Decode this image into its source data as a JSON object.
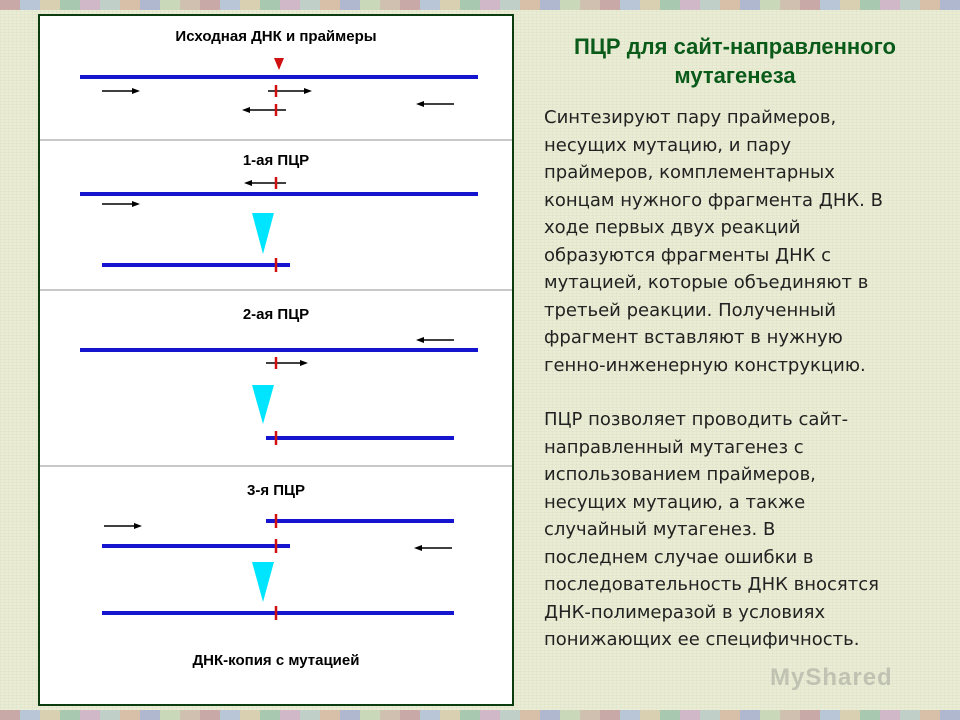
{
  "diagram": {
    "label_initial": "Исходная ДНК и праймеры",
    "label_pcr1": "1-ая ПЦР",
    "label_pcr2": "2-ая ПЦР",
    "label_pcr3": "3-я ПЦР",
    "label_result": "ДНК-копия с мутацией",
    "colors": {
      "dna_strand": "#1515d0",
      "mutation_mark": "#d01010",
      "primer_arrow": "#000000",
      "step_arrow": "#00e5ff",
      "border": "#0c3d10"
    }
  },
  "title": {
    "line1": "ПЦР для сайт-направленного",
    "line2": "мутагенеза"
  },
  "paragraph1": [
    "Синтезируют пару праймеров,",
    "несущих мутацию, и пару",
    "праймеров, комплементарных",
    "концам нужного фрагмента ДНК. В",
    "ходе первых двух реакций",
    "образуются фрагменты ДНК с",
    "мутацией, которые объединяют в",
    "третьей реакции. Полученный",
    "фрагмент вставляют в нужную",
    "генно-инженерную конструкцию."
  ],
  "paragraph2": [
    "ПЦР позволяет проводить сайт-",
    "направленный мутагенез с",
    "использованием праймеров,",
    "несущих мутацию, а также",
    "случайный мутагенез. В",
    "последнем случае ошибки в",
    "последовательность ДНК вносятся",
    "ДНК-полимеразой в условиях",
    "понижающих ее специфичность."
  ],
  "watermark": "MyShared",
  "strip_colors": [
    "#c9a8a8",
    "#b8c6d8",
    "#d8d0b0",
    "#a8c8b0",
    "#d0b8c8",
    "#c0d0c8",
    "#d8c0a8",
    "#b0b8d0",
    "#c8d8b8",
    "#d0c0b0"
  ]
}
